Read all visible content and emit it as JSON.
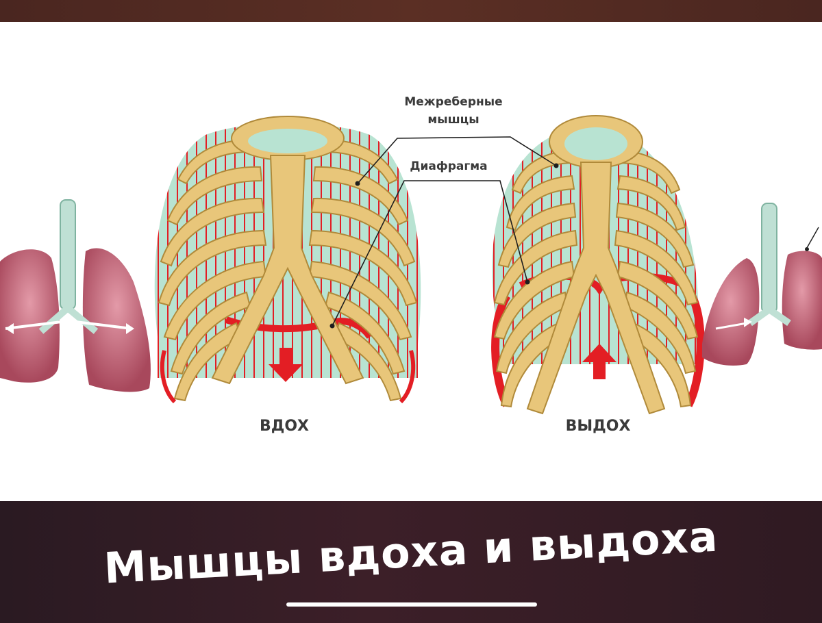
{
  "labels": {
    "intercostal_line1": "Межреберные",
    "intercostal_line2": "мышцы",
    "diaphragm": "Диафрагма",
    "inhale": "ВДОХ",
    "exhale": "ВЫДОХ"
  },
  "caption": "Мышцы вдоха и выдоха",
  "colors": {
    "bone": "#e8c67a",
    "bone_stroke": "#b08a3a",
    "lung_fill": "#b8e3d2",
    "muscle_red": "#e31e24",
    "lung_pink": "#c9687c",
    "band_dark": "#2f1a22",
    "top_bar": "#4f2a22"
  },
  "icons": {
    "inhale_arrow": "down-arrow-icon",
    "exhale_arrow": "up-arrow-icon",
    "lungs_left": "lungs-icon",
    "lungs_right": "lungs-icon"
  }
}
